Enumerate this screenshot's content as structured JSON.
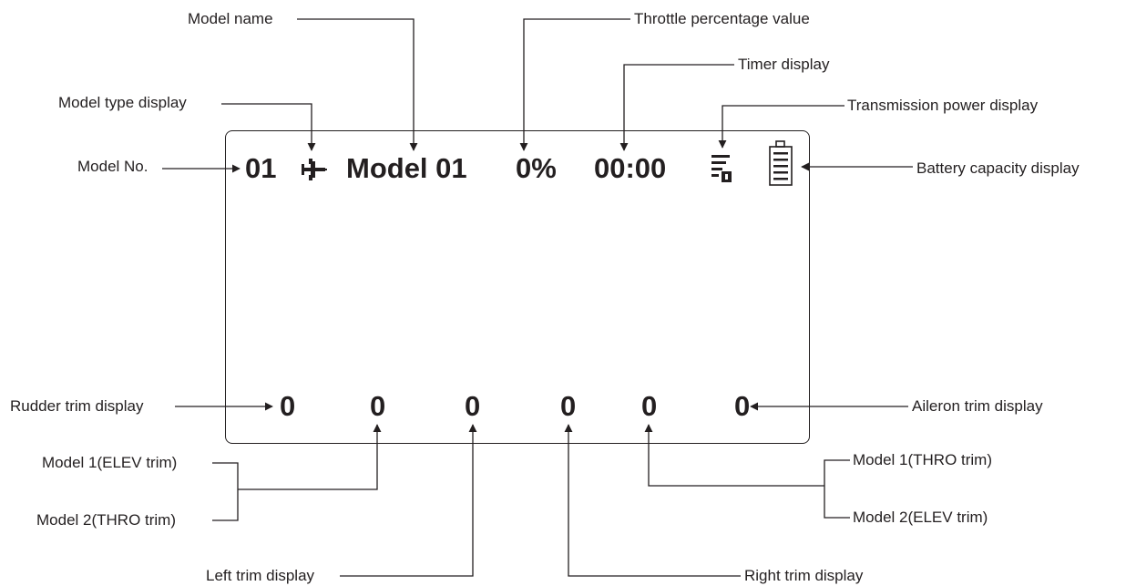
{
  "lcd": {
    "model_no": "01",
    "model_name": "Model 01",
    "throttle": "0%",
    "timer": "00:00",
    "trims": [
      "0",
      "0",
      "0",
      "0",
      "0",
      "0"
    ]
  },
  "icons": {
    "model_type": "airplane-icon",
    "tx_power": "transmission-power-icon",
    "battery": "battery-icon"
  },
  "labels": {
    "model_name": "Model name",
    "throttle": "Throttle percentage value",
    "timer": "Timer display",
    "model_type": "Model type display",
    "tx_power": "Transmission power display",
    "model_no": "Model No.",
    "battery": "Battery capacity display",
    "rudder": "Rudder trim display",
    "aileron": "Aileron trim display",
    "elev1": "Model 1(ELEV trim)",
    "thro2": "Model 2(THRO trim)",
    "thro1": "Model 1(THRO trim)",
    "elev2": "Model 2(ELEV trim)",
    "left": "Left trim display",
    "right": "Right trim display"
  },
  "colors": {
    "ink": "#231f20",
    "background": "#ffffff"
  }
}
